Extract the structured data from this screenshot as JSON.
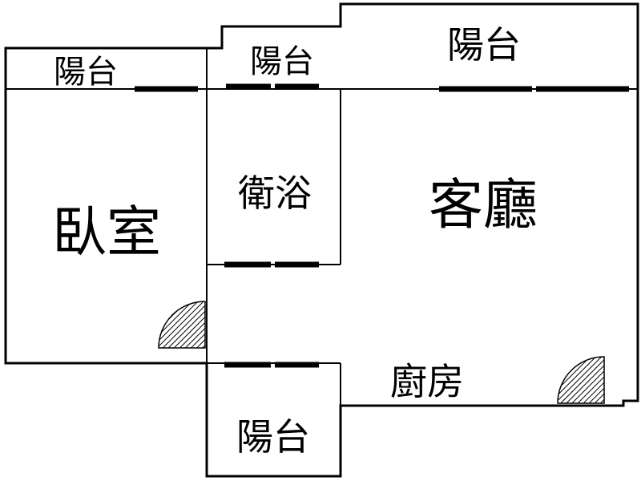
{
  "rooms": {
    "balcony_left": "陽台",
    "balcony_center": "陽台",
    "balcony_right": "陽台",
    "bedroom": "臥室",
    "bathroom": "衛浴",
    "living_room": "客廳",
    "kitchen": "廚房",
    "balcony_bottom": "陽台"
  }
}
